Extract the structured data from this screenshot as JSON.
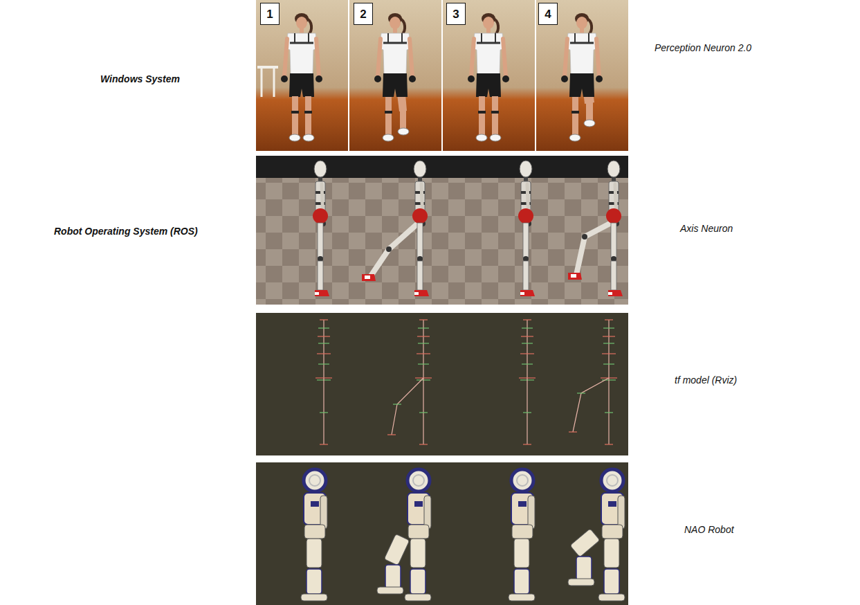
{
  "diagram": {
    "nodes": [
      {
        "text": [
          "1"
        ]
      },
      {
        "text": [
          "2"
        ]
      },
      {
        "text": [
          "3"
        ]
      },
      {
        "text": [
          "4"
        ]
      }
    ],
    "labels": [
      "Windows System",
      "Robot Operating System (ROS)",
      "Perception Neuron 2.0",
      "Axis Neuron",
      "tf model (Rviz)",
      "NAO Robot"
    ]
  }
}
